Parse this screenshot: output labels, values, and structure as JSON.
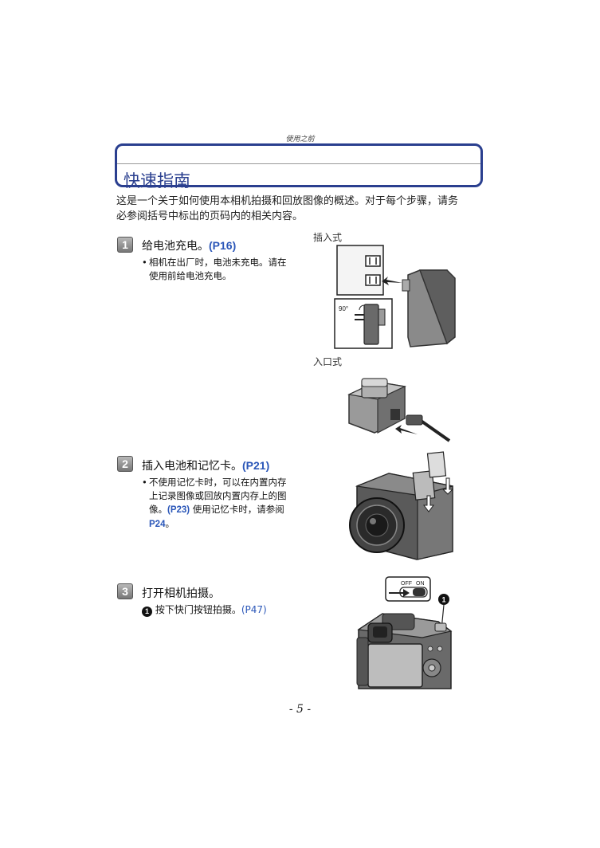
{
  "header": {
    "section_label": "使用之前"
  },
  "title": "快速指南",
  "intro": [
    "这是一个关于如何使用本相机拍摄和回放图像的概述。对于每个步骤，请务",
    "必参阅括号中标出的页码内的相关内容。"
  ],
  "steps": [
    {
      "number": "1",
      "title": "给电池充电。",
      "ref": "(P16)",
      "bullet": [
        "相机在出厂时，电池未充电。请在",
        "使用前给电池充电。"
      ]
    },
    {
      "number": "2",
      "title": "插入电池和记忆卡。",
      "ref": "(P21)",
      "bullet_line1": "不使用记忆卡时，可以在内置内存",
      "bullet_line2": "上记录图像或回放内置内存上的图",
      "bullet_line3_pre": "像。",
      "bullet_line3_ref": "(P23)",
      "bullet_line3_post": " 使用记忆卡时，请参阅",
      "bullet_line4_ref": "P24",
      "bullet_line4_post": "。"
    },
    {
      "number": "3",
      "title": "打开相机拍摄。",
      "sub_marker": "1",
      "sub_text": "按下快门按钮拍摄。",
      "sub_ref": "(P47)"
    }
  ],
  "labels": {
    "plug_in_type": "插入式",
    "inlet_type": "入口式",
    "angle": "90°",
    "switch_off": "OFF",
    "switch_on": "ON",
    "callout_1": "1"
  },
  "footer": {
    "page_number": "- 5 -"
  }
}
